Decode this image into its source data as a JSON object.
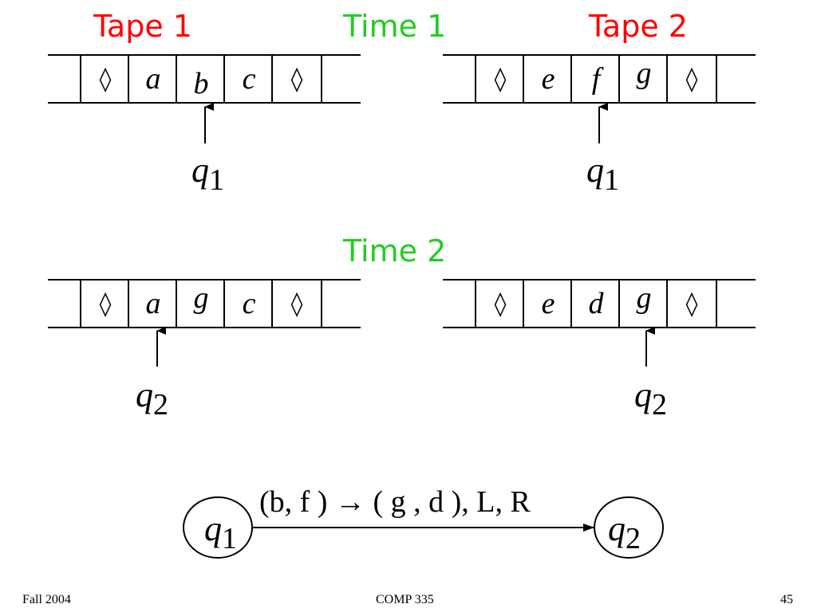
{
  "headers": {
    "tape1": "Tape 1",
    "time1": "Time 1",
    "tape2": "Tape 2",
    "time2": "Time 2"
  },
  "time1": {
    "tape1": {
      "cells": [
        "◊",
        "a",
        "b",
        "c",
        "◊"
      ],
      "head_state": {
        "q": "q",
        "sub": "1"
      }
    },
    "tape2": {
      "cells": [
        "◊",
        "e",
        "f",
        "g",
        "◊"
      ],
      "head_state": {
        "q": "q",
        "sub": "1"
      }
    }
  },
  "time2": {
    "tape1": {
      "cells": [
        "◊",
        "a",
        "g",
        "c",
        "◊"
      ],
      "head_state": {
        "q": "q",
        "sub": "2"
      }
    },
    "tape2": {
      "cells": [
        "◊",
        "e",
        "d",
        "g",
        "◊"
      ],
      "head_state": {
        "q": "q",
        "sub": "2"
      }
    }
  },
  "transition": {
    "from": {
      "q": "q",
      "sub": "1"
    },
    "to": {
      "q": "q",
      "sub": "2"
    },
    "label": "(b, f ) → ( g , d ), L, R"
  },
  "footer": {
    "left": "Fall 2004",
    "center": "COMP 335",
    "right": "45"
  }
}
